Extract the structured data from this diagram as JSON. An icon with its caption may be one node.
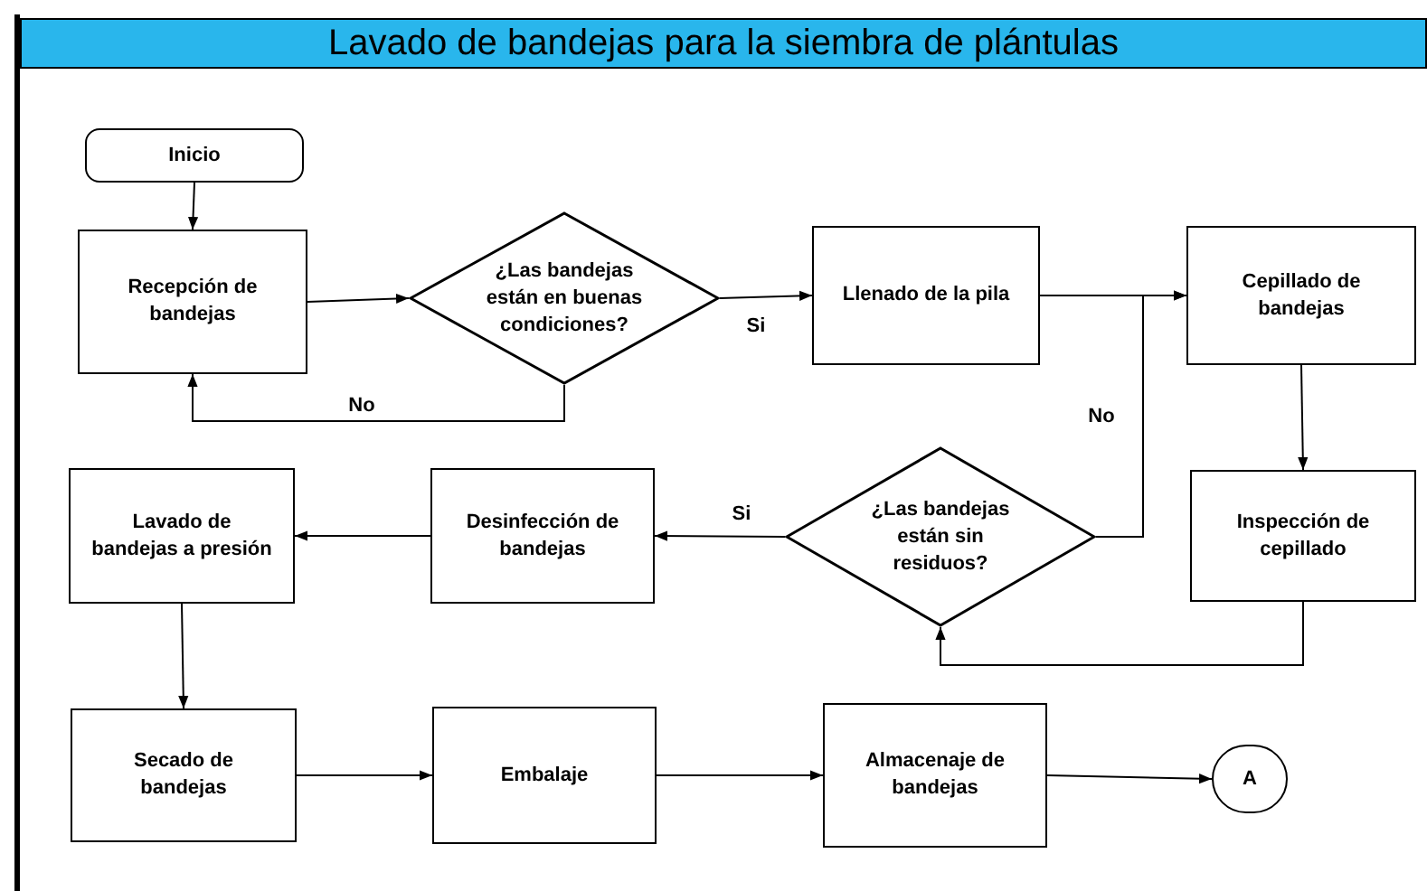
{
  "diagram": {
    "title": "Lavado de bandejas para la siembra de plántulas",
    "nodes": [
      {
        "text": [
          "Inicio"
        ]
      },
      {
        "text": [
          "Recepción de bandejas"
        ]
      },
      {
        "text": [
          "¿Las bandejas están en buenas condiciones?"
        ]
      },
      {
        "text": [
          "Llenado de la pila"
        ]
      },
      {
        "text": [
          "Cepillado de bandejas"
        ]
      },
      {
        "text": [
          "Inspección de cepillado"
        ]
      },
      {
        "text": [
          "¿Las bandejas están sin residuos?"
        ]
      },
      {
        "text": [
          "Desinfección de bandejas"
        ]
      },
      {
        "text": [
          "Lavado de bandejas a presión"
        ]
      },
      {
        "text": [
          "Secado de bandejas"
        ]
      },
      {
        "text": [
          "Embalaje"
        ]
      },
      {
        "text": [
          "Almacenaje de bandejas"
        ]
      },
      {
        "text": [
          "A"
        ]
      }
    ],
    "edges": [
      {
        "from": 0,
        "to": 1,
        "arrow": "to"
      },
      {
        "from": 1,
        "to": 2,
        "arrow": "to"
      },
      {
        "from": 2,
        "to": 3,
        "arrow": "to",
        "label": "Si"
      },
      {
        "from": 2,
        "to": 1,
        "arrow": "to",
        "label": "No"
      },
      {
        "from": 3,
        "to": 4,
        "arrow": "to"
      },
      {
        "from": 6,
        "to": 4,
        "arrow": "to",
        "label": "No"
      },
      {
        "from": 4,
        "to": 5,
        "arrow": "to"
      },
      {
        "from": 5,
        "to": 6,
        "arrow": "to"
      },
      {
        "from": 6,
        "to": 7,
        "arrow": "to",
        "label": "Si"
      },
      {
        "from": 7,
        "to": 8,
        "arrow": "to"
      },
      {
        "from": 8,
        "to": 9,
        "arrow": "to"
      },
      {
        "from": 9,
        "to": 10,
        "arrow": "to"
      },
      {
        "from": 10,
        "to": 11,
        "arrow": "to"
      },
      {
        "from": 11,
        "to": 12,
        "arrow": "to"
      }
    ]
  }
}
